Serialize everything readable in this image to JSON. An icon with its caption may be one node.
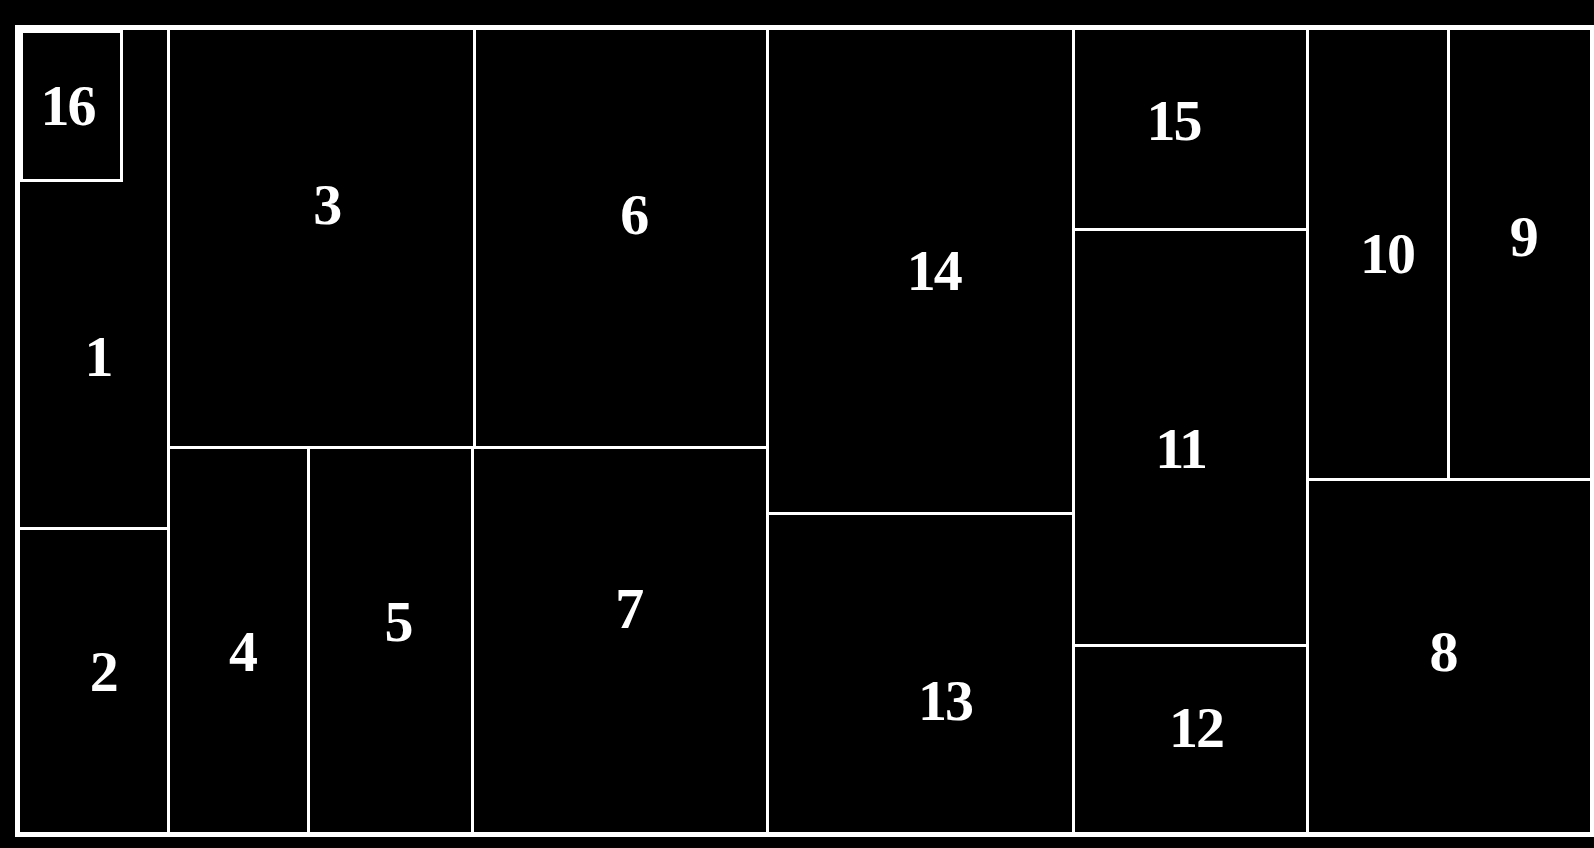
{
  "diagram": {
    "nodes": [
      {
        "text": [
          "1"
        ]
      },
      {
        "text": [
          "16"
        ],
        "in": 0
      },
      {
        "text": [
          "3"
        ]
      },
      {
        "text": [
          "6"
        ]
      },
      {
        "text": [
          "14"
        ]
      },
      {
        "text": [
          "15"
        ]
      },
      {
        "text": [
          "10"
        ]
      },
      {
        "text": [
          "9"
        ]
      },
      {
        "text": [
          "11"
        ]
      },
      {
        "text": [
          "2"
        ]
      },
      {
        "text": [
          "4"
        ]
      },
      {
        "text": [
          "5"
        ]
      },
      {
        "text": [
          "7"
        ]
      },
      {
        "text": [
          "13"
        ]
      },
      {
        "text": [
          "12"
        ]
      },
      {
        "text": [
          "8"
        ]
      }
    ]
  }
}
